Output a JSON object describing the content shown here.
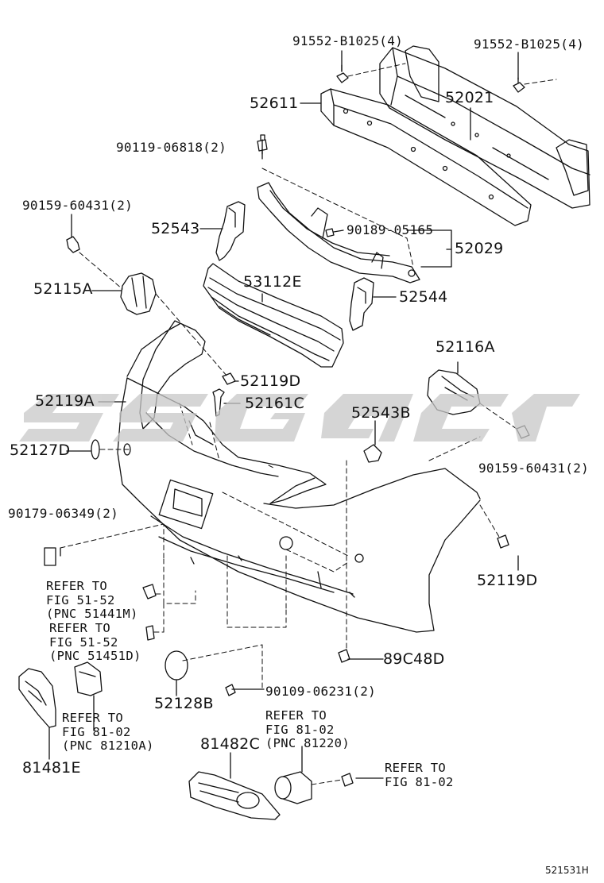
{
  "labels": {
    "p91552_left": "91552-B1025(4)",
    "p91552_right": "91552-B1025(4)",
    "p52611": "52611",
    "p52021": "52021",
    "p90119": "90119-06818(2)",
    "p90159_top": "90159-60431(2)",
    "p52543": "52543",
    "p90189": "90189-05165",
    "p52029": "52029",
    "p52115A": "52115A",
    "p53112E": "53112E",
    "p52544": "52544",
    "p52116A": "52116A",
    "p52119D_top": "52119D",
    "p52119A": "52119A",
    "p52161C": "52161C",
    "p52543B": "52543B",
    "p52127D": "52127D",
    "p90159_right": "90159-60431(2)",
    "p90179": "90179-06349(2)",
    "p52119D_right": "52119D",
    "p89C48D": "89C48D",
    "p52128B": "52128B",
    "p90109": "90109-06231(2)",
    "p81481E": "81481E",
    "p81482C": "81482C"
  },
  "refs": {
    "ref_51441M": "REFER TO\nFIG 51-52\n(PNC 51441M)",
    "ref_51451D": "REFER TO\nFIG 51-52\n(PNC 51451D)",
    "ref_81210A": "REFER TO\nFIG 81-02\n(PNC 81210A)",
    "ref_81220": "REFER TO\nFIG 81-02\n(PNC 81220)",
    "ref_8102": "REFER TO\nFIG 81-02"
  },
  "figure_code": "521531H",
  "colors": {
    "ink": "#111111",
    "watermark": "#c8c8c8"
  }
}
